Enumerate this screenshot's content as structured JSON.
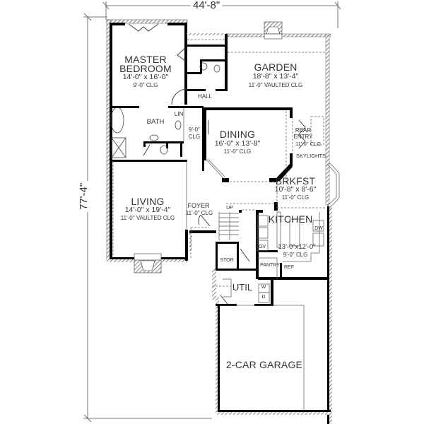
{
  "dimensions": {
    "width": "44'-8\"",
    "depth": "77'-4\""
  },
  "rooms": [
    {
      "id": "master-bedroom",
      "name_lines": [
        "MASTER",
        "BEDROOM"
      ],
      "size": "14'-0\" x 16'-0\"",
      "ceiling": "9'-0\" CLG"
    },
    {
      "id": "garden",
      "name_lines": [
        "GARDEN"
      ],
      "size": "18'-8\" x 13'-4\"",
      "ceiling": "11'-0\" VAULTED CLG"
    },
    {
      "id": "hall",
      "name_lines": [
        "HALL"
      ],
      "size": "",
      "ceiling": ""
    },
    {
      "id": "bath",
      "name_lines": [
        "BATH"
      ],
      "size": "",
      "ceiling": ""
    },
    {
      "id": "lin",
      "name_lines": [
        "LIN"
      ],
      "size": "",
      "ceiling": ""
    },
    {
      "id": "hall-ceiling",
      "name_lines": [],
      "size": "",
      "ceiling_lines": [
        "9'-0\"",
        "CLG"
      ]
    },
    {
      "id": "dining",
      "name_lines": [
        "DINING"
      ],
      "size": "16'-0\" x 13'-8\"",
      "ceiling": "11'-0\" CLG"
    },
    {
      "id": "rear-entry",
      "name_lines": [
        "REAR",
        "ENTRY"
      ],
      "size": "",
      "ceiling": "11'-0\" CLG"
    },
    {
      "id": "skylights",
      "name_lines": [
        "SKYLIGHTS"
      ]
    },
    {
      "id": "brkfst",
      "name_lines": [
        "BRKFST"
      ],
      "size": "10'-8\" x 8'-6\"",
      "ceiling": "11'-0\" CLG"
    },
    {
      "id": "living",
      "name_lines": [
        "LIVING"
      ],
      "size": "14'-0\" x 19'-4\"",
      "ceiling": "11'-0\" VAULTED CLG"
    },
    {
      "id": "foyer",
      "name_lines": [
        "FOYER"
      ],
      "size": "",
      "ceiling": "11'-0\" CLG"
    },
    {
      "id": "stair",
      "name_lines": [
        "UP"
      ]
    },
    {
      "id": "kitchen",
      "name_lines": [
        "KITCHEN"
      ],
      "size": "13'-0\"x12'-0\"",
      "ceiling": "9'-0\" CLG"
    },
    {
      "id": "stor",
      "name_lines": [
        "STOR"
      ]
    },
    {
      "id": "pantry",
      "name_lines": [
        "PANTRY"
      ]
    },
    {
      "id": "ref",
      "name_lines": [
        "REF"
      ]
    },
    {
      "id": "ov",
      "name_lines": [
        "OV"
      ]
    },
    {
      "id": "dw",
      "name_lines": [
        "DW"
      ]
    },
    {
      "id": "util",
      "name_lines": [
        "UTIL"
      ]
    },
    {
      "id": "washer",
      "name_lines": [
        "W"
      ]
    },
    {
      "id": "dryer",
      "name_lines": [
        "D"
      ]
    },
    {
      "id": "garage",
      "name_lines": [
        "2-CAR GARAGE"
      ]
    }
  ],
  "labels": {
    "master_1": "MASTER",
    "master_2": "BEDROOM",
    "master_size": "14'-0\" x 16'-0\"",
    "master_clg": "9'-0\" CLG",
    "garden": "GARDEN",
    "garden_size": "18'-8\" x 13'-4\"",
    "garden_clg": "11'-0\" VAULTED CLG",
    "hall": "HALL",
    "bath": "BATH",
    "lin": "LIN",
    "hallclg_1": "9'-0\"",
    "hallclg_2": "CLG",
    "dining": "DINING",
    "dining_size": "16'-0\" x 13'-8\"",
    "dining_clg": "11'-0\" CLG",
    "rear_1": "REAR",
    "rear_2": "ENTRY",
    "rear_clg": "11'-0\" CLG",
    "skylights": "SKYLIGHTS",
    "brkfst": "BRKFST",
    "brkfst_size": "10'-8\" x 8'-6\"",
    "brkfst_clg": "11'-0\" CLG",
    "living": "LIVING",
    "living_size": "14'-0\" x 19'-4\"",
    "living_clg": "11'-0\" VAULTED CLG",
    "foyer": "FOYER",
    "foyer_clg": "11'-0\" CLG",
    "up": "UP",
    "kitchen": "KITCHEN",
    "kitchen_size": "13'-0\"x12'-0\"",
    "kitchen_clg": "9'-0\" CLG",
    "stor": "STOR",
    "pantry": "PANTRY",
    "ref": "REF",
    "ov": "OV",
    "dw": "DW",
    "util": "UTIL",
    "w": "W",
    "d": "D",
    "garage": "2-CAR GARAGE"
  },
  "colors": {
    "wall": "#000000",
    "line": "#555555",
    "hatch": "#777777",
    "background": "#ffffff"
  }
}
